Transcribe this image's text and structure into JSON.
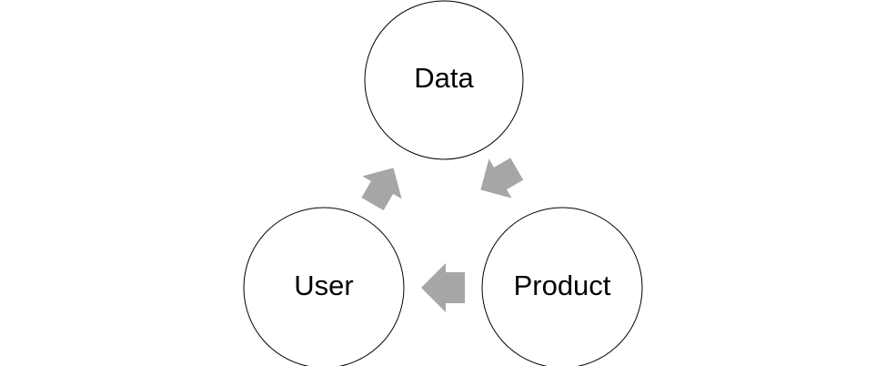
{
  "diagram": {
    "type": "cycle",
    "nodes": [
      {
        "id": "data",
        "label": "Data"
      },
      {
        "id": "product",
        "label": "Product"
      },
      {
        "id": "user",
        "label": "User"
      }
    ],
    "edges": [
      {
        "from": "data",
        "to": "product"
      },
      {
        "from": "product",
        "to": "user"
      },
      {
        "from": "user",
        "to": "data"
      }
    ],
    "colors": {
      "arrow": "#a6a6a6",
      "node_fill": "#ffffff",
      "node_stroke": "#000000",
      "text": "#000000"
    }
  }
}
